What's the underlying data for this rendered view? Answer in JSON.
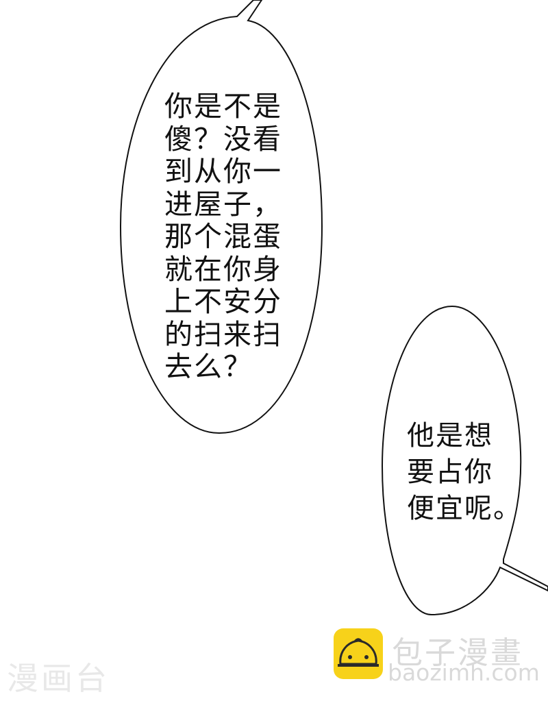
{
  "panel": {
    "bubble_1": {
      "text": "你是不是\n傻？没看\n到从你一\n进屋子，\n那个混蛋\n就在你身\n上不安分\n的扫来扫\n去么？"
    },
    "bubble_2": {
      "text": "他是想\n要占你\n便宜呢。"
    }
  },
  "watermarks": {
    "left_text": "漫画台",
    "brand_title": "包子漫畫",
    "brand_url": "baozimh.com",
    "brand_color": "#f7d21a"
  }
}
